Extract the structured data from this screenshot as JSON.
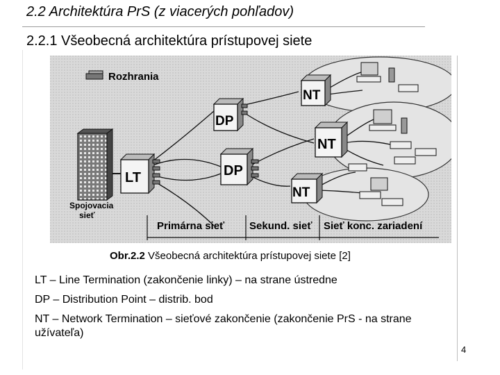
{
  "slide": {
    "title": "2.2 Architektúra PrS (z viacerých pohľadov)",
    "subtitle": "2.2.1 Všeobecná architektúra prístupovej siete",
    "page_number": "4"
  },
  "figure": {
    "legend_label": "Rozhrania",
    "exchange_label_line1": "Spojovacia",
    "exchange_label_line2": "sieť",
    "nodes": {
      "lt": "LT",
      "dp1": "DP",
      "dp2": "DP",
      "nt1": "NT",
      "nt2": "NT",
      "nt3": "NT"
    },
    "segments": {
      "primary": "Primárna sieť",
      "secondary": "Sekund. sieť",
      "terminal": "Sieť konc. zariadení"
    }
  },
  "caption": {
    "number": "Obr.2.2",
    "text": "Všeobecná architektúra prístupovej siete [2]"
  },
  "definitions": [
    "LT – Line Termination (zakončenie linky) – na strane ústredne",
    "DP – Distribution Point – distrib. bod",
    "NT – Network Termination – sieťové zakončenie (zakončenie PrS - na strane užívateľa)"
  ]
}
